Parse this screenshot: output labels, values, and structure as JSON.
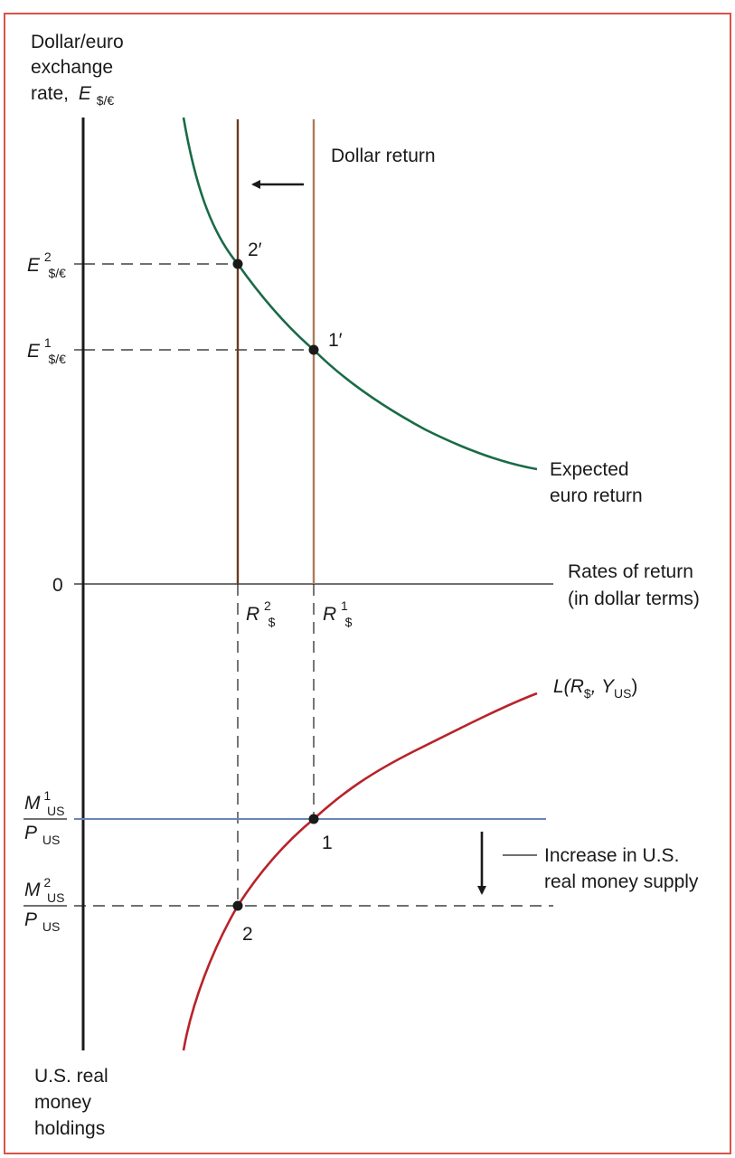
{
  "top_axis": {
    "label_line1": "Dollar/euro",
    "label_line2": "exchange",
    "label_line3": "rate,",
    "var": "E",
    "var_sub": "$/€",
    "origin": "0"
  },
  "x_axis": {
    "label_line1": "Rates of return",
    "label_line2": "(in dollar terms)"
  },
  "bottom_axis": {
    "label_line1": "U.S. real",
    "label_line2": "money",
    "label_line3": "holdings"
  },
  "curves": {
    "dollar_return": "Dollar return",
    "expected_euro_line1": "Expected",
    "expected_euro_line2": "euro return",
    "money_demand": {
      "L": "L(",
      "R": "R",
      "R_sub": "$",
      "comma": ", Y",
      "Y_sub": "US",
      "close": ")"
    }
  },
  "ticks": {
    "E2": {
      "var": "E",
      "sup": "2",
      "sub": "$/€"
    },
    "E1": {
      "var": "E",
      "sup": "1",
      "sub": "$/€"
    },
    "R2": {
      "var": "R",
      "sup": "2",
      "sub": "$"
    },
    "R1": {
      "var": "R",
      "sup": "1",
      "sub": "$"
    },
    "M1": {
      "num": "M",
      "num_sup": "1",
      "num_sub": "US",
      "den": "P",
      "den_sub": "US"
    },
    "M2": {
      "num": "M",
      "num_sup": "2",
      "num_sub": "US",
      "den": "P",
      "den_sub": "US"
    }
  },
  "points": {
    "p2prime": "2′",
    "p1prime": "1′",
    "p1": "1",
    "p2": "2"
  },
  "annotation": {
    "line1": "Increase in U.S.",
    "line2": "real money supply"
  },
  "colors": {
    "expected_euro_curve": "#1a6b47",
    "money_demand_curve": "#b8232a",
    "money_supply_line": "#6a86b5",
    "dollar_return_old": "#b07a5a",
    "dollar_return_new": "#6b3a22",
    "frame": "#d9534a"
  }
}
